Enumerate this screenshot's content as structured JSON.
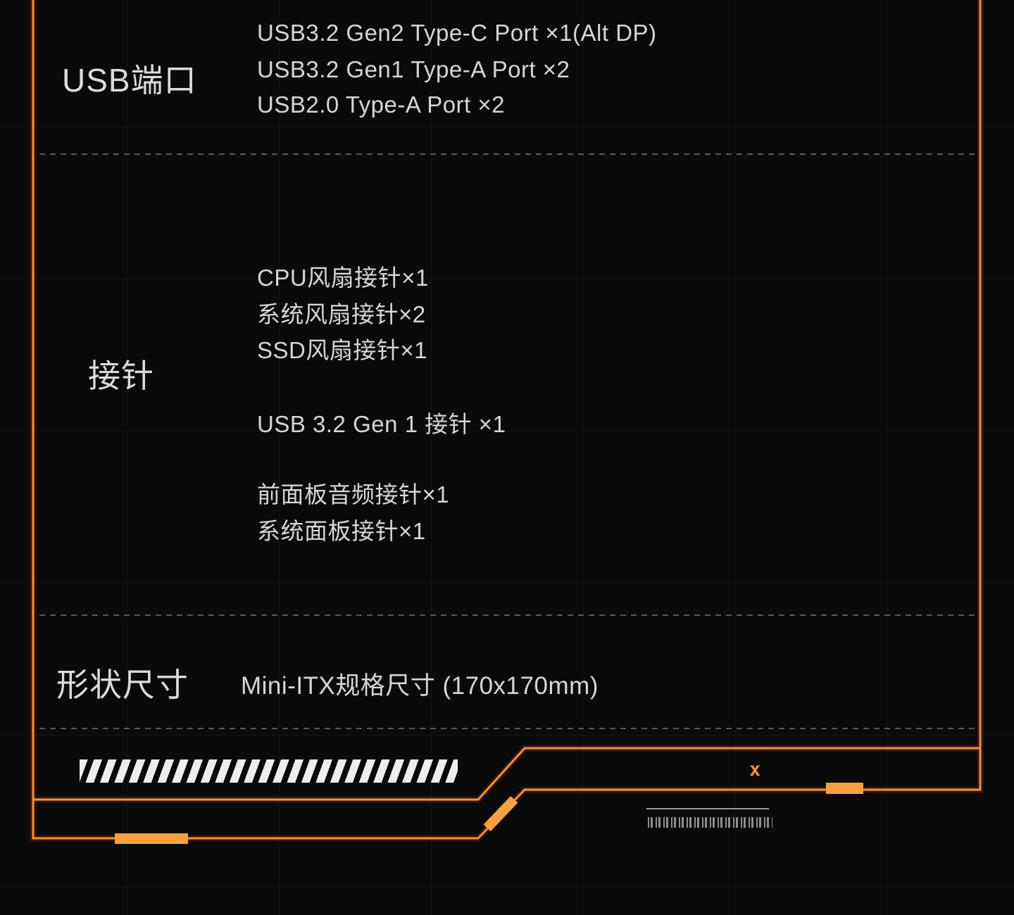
{
  "colors": {
    "background": "#0a0a0a",
    "accent_orange_line": "#EF9440",
    "accent_orange_fill": "#F7A13E",
    "text": "#d6d6d6",
    "dashed_divider": "#5a5a5a",
    "stripe_white": "#ededed",
    "barcode_gray": "#8f8f8f"
  },
  "spec_rows": {
    "usb_ports": {
      "label": "USB端口",
      "items": [
        "USB3.2 Gen2 Type-C Port ×1(Alt DP)",
        "USB3.2 Gen1 Type-A Port ×2",
        "USB2.0 Type-A Port ×2"
      ]
    },
    "headers": {
      "label": "接针",
      "items": [
        "CPU风扇接针×1",
        "系统风扇接针×2",
        "SSD风扇接针×1",
        "USB 3.2 Gen 1 接针 ×1",
        "前面板音频接针×1",
        "系统面板接针×1"
      ]
    },
    "form_factor": {
      "label": "形状尺寸",
      "items": [
        "Mini-ITX规格尺寸 (170x170mm)"
      ]
    }
  },
  "decor": {
    "x_mark": "x"
  }
}
